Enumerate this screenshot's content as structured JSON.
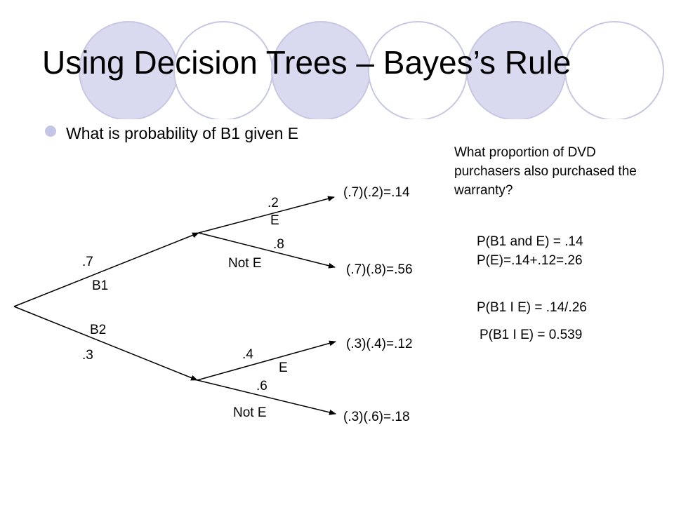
{
  "colors": {
    "circle_fill": "#d9d9ef",
    "circle_stroke": "#c8c8e4",
    "bullet": "#c5c5e6",
    "text": "#000000"
  },
  "title": "Using Decision Trees – Bayes’s Rule",
  "bullet": "What is probability of B1 given E",
  "question": "What proportion of DVD purchasers also purchased the warranty?",
  "tree": {
    "b1_prob": ".7",
    "b1_label": "B1",
    "b2_label": "B2",
    "b2_prob": ".3",
    "upper": {
      "e_prob": ".2",
      "e_label": "E",
      "note_prob": ".8",
      "note_label": "Not E",
      "e_result": "(.7)(.2)=.14",
      "note_result": "(.7)(.8)=.56"
    },
    "lower": {
      "e_prob": ".4",
      "e_label": "E",
      "note_prob": ".6",
      "note_label": "Not E",
      "e_result": "(.3)(.4)=.12",
      "note_result": "(.3)(.6)=.18"
    }
  },
  "calc": {
    "line1": "P(B1 and E) = .14",
    "line2": "P(E)=.14+.12=.26",
    "line3": "P(B1 I E) = .14/.26",
    "line4": "P(B1 I E) = 0.539"
  }
}
